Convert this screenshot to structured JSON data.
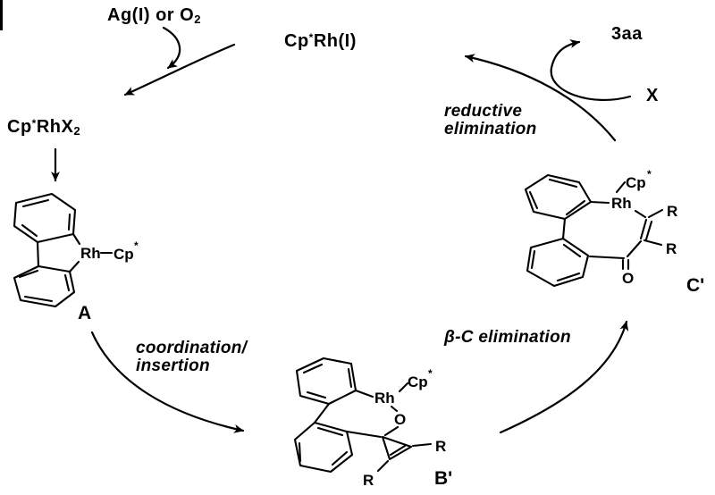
{
  "colors": {
    "background": "#ffffff",
    "ink": "#000000"
  },
  "species": {
    "oxidant": {
      "main": "Ag(I) or O",
      "sub": "2"
    },
    "active_catalyst": {
      "p1": "Cp",
      "sup": "*",
      "p2": "Rh(I)"
    },
    "precatalyst": {
      "p1": "Cp",
      "sup": "*",
      "p2": "RhX",
      "sub": "2"
    },
    "product": "3aa",
    "leaving_group": "X"
  },
  "steps": {
    "reductive_1": "reductive",
    "reductive_2": "elimination",
    "coordination_1": "coordination/",
    "coordination_2": "insertion",
    "beta": "β-C elimination"
  },
  "intermediates": {
    "a": "A",
    "b": "B'",
    "c": "C'"
  },
  "atoms": {
    "rh": "Rh",
    "cp": "Cp",
    "star": "*",
    "o": "O",
    "r": "R"
  }
}
